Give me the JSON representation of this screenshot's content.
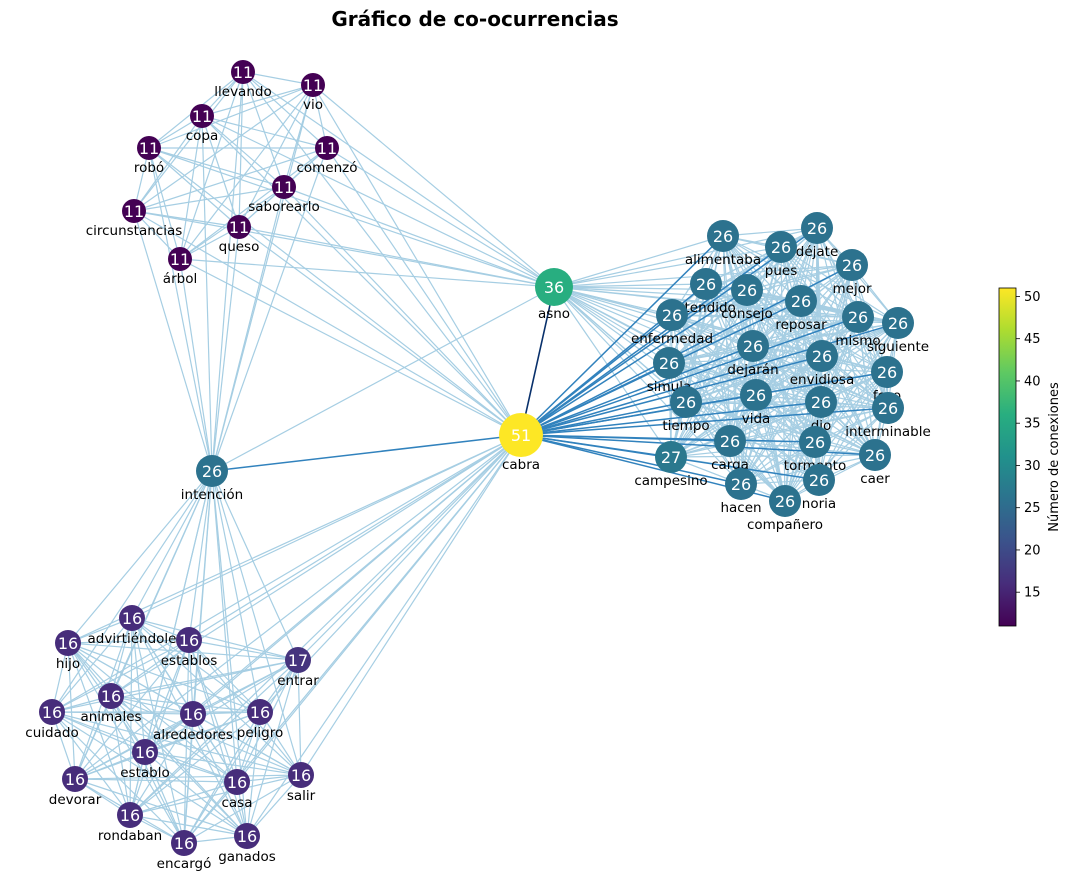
{
  "chart_data": {
    "type": "network",
    "title": "Gráfico de co-ocurrencias",
    "colorbar": {
      "label": "Número de conexiones",
      "min": 11,
      "max": 51,
      "ticks": [
        15,
        20,
        25,
        30,
        35,
        40,
        45,
        50
      ],
      "colormap": "viridis"
    },
    "nodes": [
      {
        "id": "cabra",
        "value": 51
      },
      {
        "id": "asno",
        "value": 36
      },
      {
        "id": "intención",
        "value": 26
      },
      {
        "id": "campesino",
        "value": 27
      },
      {
        "id": "alimentaba",
        "value": 26
      },
      {
        "id": "déjate",
        "value": 26
      },
      {
        "id": "pues",
        "value": 26
      },
      {
        "id": "mejor",
        "value": 26
      },
      {
        "id": "atendido",
        "value": 26
      },
      {
        "id": "consejo",
        "value": 26
      },
      {
        "id": "reposar",
        "value": 26
      },
      {
        "id": "mismo",
        "value": 26
      },
      {
        "id": "siguiente",
        "value": 26
      },
      {
        "id": "enfermedad",
        "value": 26
      },
      {
        "id": "dejarán",
        "value": 26
      },
      {
        "id": "envidiosa",
        "value": 26
      },
      {
        "id": "simula",
        "value": 26
      },
      {
        "id": "foso",
        "value": 26
      },
      {
        "id": "tiempo",
        "value": 26
      },
      {
        "id": "vida",
        "value": 26
      },
      {
        "id": "dio",
        "value": 26
      },
      {
        "id": "interminable",
        "value": 26
      },
      {
        "id": "carga",
        "value": 26
      },
      {
        "id": "tormento",
        "value": 26
      },
      {
        "id": "caer",
        "value": 26
      },
      {
        "id": "hacen",
        "value": 26
      },
      {
        "id": "noria",
        "value": 26
      },
      {
        "id": "compañero",
        "value": 26
      },
      {
        "id": "llevando",
        "value": 11
      },
      {
        "id": "vio",
        "value": 11
      },
      {
        "id": "copa",
        "value": 11
      },
      {
        "id": "robó",
        "value": 11
      },
      {
        "id": "comenzó",
        "value": 11
      },
      {
        "id": "saborearlo",
        "value": 11
      },
      {
        "id": "circunstancias",
        "value": 11
      },
      {
        "id": "queso",
        "value": 11
      },
      {
        "id": "árbol",
        "value": 11
      },
      {
        "id": "advirtiéndole",
        "value": 16
      },
      {
        "id": "hijo",
        "value": 16
      },
      {
        "id": "establos",
        "value": 16
      },
      {
        "id": "entrar",
        "value": 17
      },
      {
        "id": "animales",
        "value": 16
      },
      {
        "id": "cuidado",
        "value": 16
      },
      {
        "id": "alrededores",
        "value": 16
      },
      {
        "id": "peligro",
        "value": 16
      },
      {
        "id": "establo",
        "value": 16
      },
      {
        "id": "devorar",
        "value": 16
      },
      {
        "id": "casa",
        "value": 16
      },
      {
        "id": "salir",
        "value": 16
      },
      {
        "id": "rondaban",
        "value": 16
      },
      {
        "id": "encargó",
        "value": 16
      },
      {
        "id": "ganados",
        "value": 16
      }
    ]
  }
}
